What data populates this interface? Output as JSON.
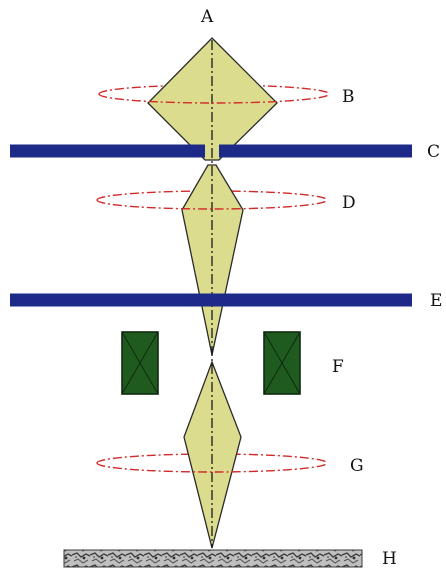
{
  "labels": {
    "A": "A",
    "B": "B",
    "C": "C",
    "D": "D",
    "E": "E",
    "F": "F",
    "G": "G",
    "H": "H"
  },
  "colors": {
    "beam_fill": "#dcdc8e",
    "ring": "#d22a2a",
    "plate": "#1e2a88",
    "coil": "#1f5a1f",
    "sample": "#9a9a9a"
  }
}
